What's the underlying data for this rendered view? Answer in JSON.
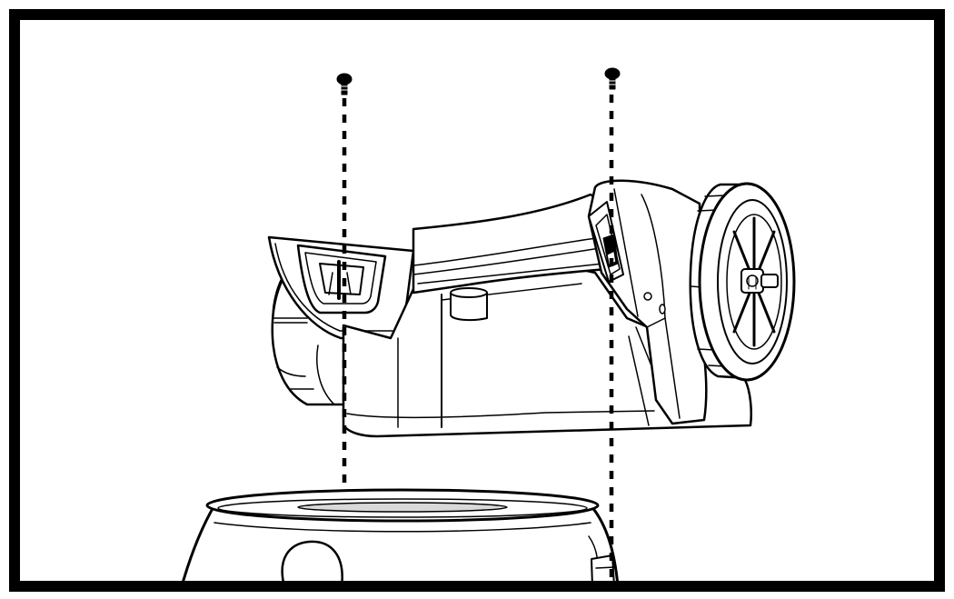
{
  "diagram": {
    "stroke_color": "#000000",
    "background_color": "#ffffff",
    "parts": {
      "screws": [
        "screw-left",
        "screw-right"
      ],
      "alignment_lines": [
        "alignment-line-left",
        "alignment-line-right"
      ],
      "mount_head": [
        "knob-left",
        "bracket",
        "cradle",
        "pivot-block",
        "knob-right"
      ],
      "base": [
        "base-cylinder"
      ]
    }
  }
}
